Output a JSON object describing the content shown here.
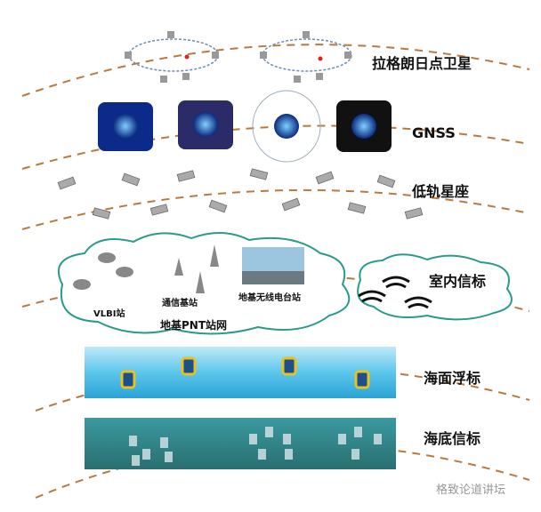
{
  "layers": {
    "lagrange": "拉格朗日点卫星",
    "gnss": "GNSS",
    "leo": "低轨星座",
    "indoor": "室内信标",
    "sea_surface": "海面浮标",
    "seabed": "海底信标"
  },
  "ground": {
    "vlbi": "VLBI站",
    "comm": "通信基站",
    "radio": "地基无线电台站",
    "network": "地基PNT站网"
  },
  "watermark": "格致论道讲坛",
  "colors": {
    "arc": "#b87a3e",
    "cloud": "#2a9a8a",
    "sea": "#3cb6e0",
    "seabed": "#2d7f86"
  }
}
